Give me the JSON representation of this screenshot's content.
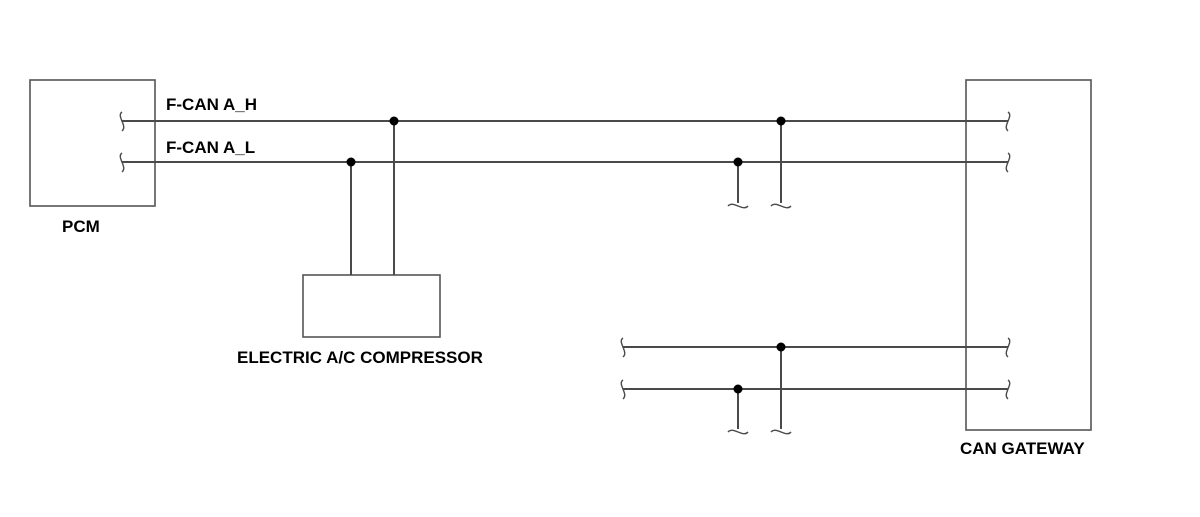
{
  "components": {
    "pcm": "PCM",
    "compressor": "ELECTRIC A/C COMPRESSOR",
    "gateway": "CAN GATEWAY"
  },
  "wires": {
    "can_high": "F-CAN A_H",
    "can_low": "F-CAN A_L"
  },
  "colors": {
    "wire": "#4a4a4a",
    "box": "#555555",
    "junction": "#000000",
    "label": "#000000"
  }
}
